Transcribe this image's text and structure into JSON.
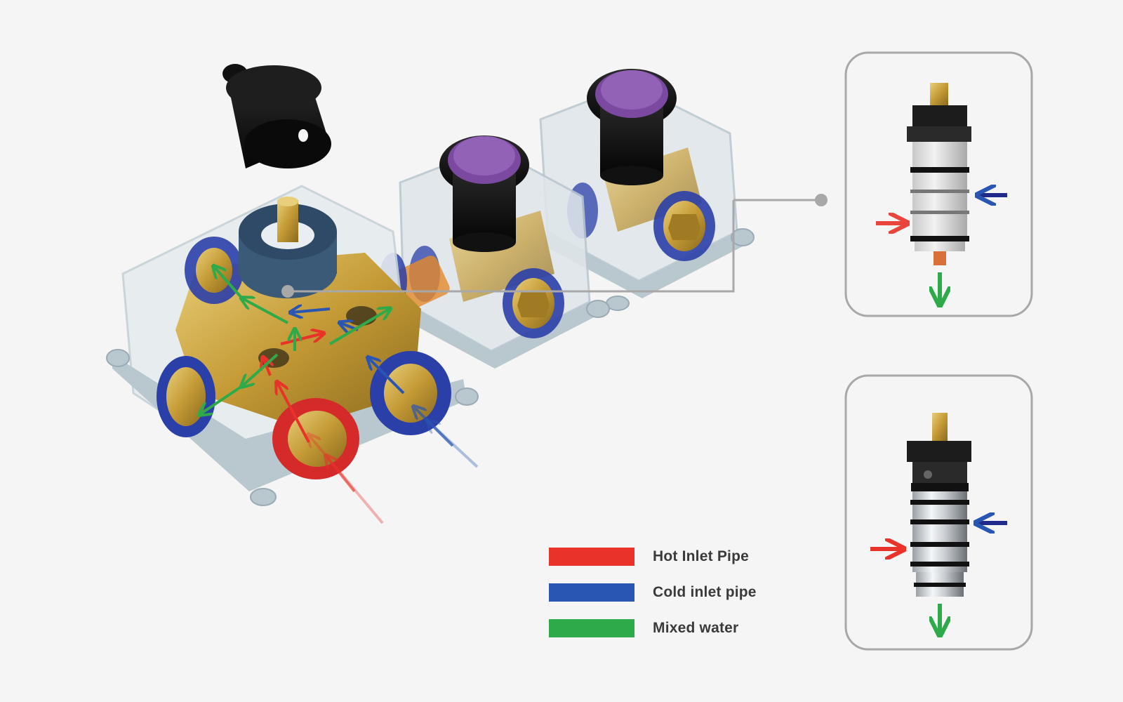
{
  "legend": {
    "items": [
      {
        "label": "Hot Inlet Pipe",
        "color": "#e8322a"
      },
      {
        "label": "Cold inlet pipe",
        "color": "#2a56b3"
      },
      {
        "label": "Mixed water",
        "color": "#2faa4a"
      }
    ]
  },
  "colors": {
    "background": "#f5f5f5",
    "hot": "#e8322a",
    "cold": "#2a56b3",
    "mixed": "#2faa4a",
    "brass": "#c9a23c",
    "seal_blue": "#2b3fa8",
    "knob_purple": "#7b4aa0",
    "housing": "#b9c7cf",
    "callout_line": "#a8a8a8"
  },
  "icons": [
    "thermostatic-cartridge-icon",
    "valve-body-icon",
    "control-knob-icon",
    "flow-arrow-icon"
  ]
}
